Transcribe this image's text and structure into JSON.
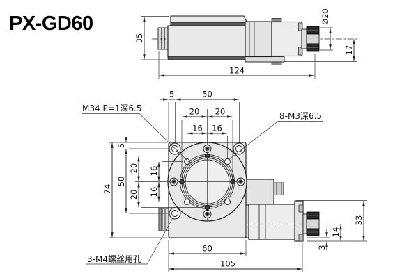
{
  "title": "PX-GD60",
  "colors": {
    "body_fill": "#e9e9e9",
    "dark_band": "#5a5a5a",
    "knob_dark": "#262626",
    "line": "#1a1a1a"
  },
  "side_view": {
    "height": "35",
    "length": "124",
    "knob_diameter": "Ø20",
    "axis_to_base": "17"
  },
  "plan_view": {
    "labels": {
      "center_thread": "M34 P=1深6.5",
      "table_holes": "8-M3深6.5",
      "base_holes": "3-M4螺丝用孔"
    },
    "top_dims": {
      "edge_to_hole": "5",
      "hole_span": "50",
      "pitch20_left": "20",
      "pitch20_right": "20",
      "pitch16_left": "16",
      "pitch16_right": "16"
    },
    "left_dims": {
      "overall_height": "74",
      "edge_to_hole": "5",
      "hole_span": "50",
      "pitch20_top": "20",
      "pitch16_top": "16",
      "pitch16_bottom": "16",
      "pitch20_bottom": "20"
    },
    "bottom_dims": {
      "body_width": "60",
      "overall_length": "105"
    },
    "right_dims": {
      "motor_height": "33",
      "axis_to_bottom": "14",
      "base_drop": "3"
    }
  }
}
